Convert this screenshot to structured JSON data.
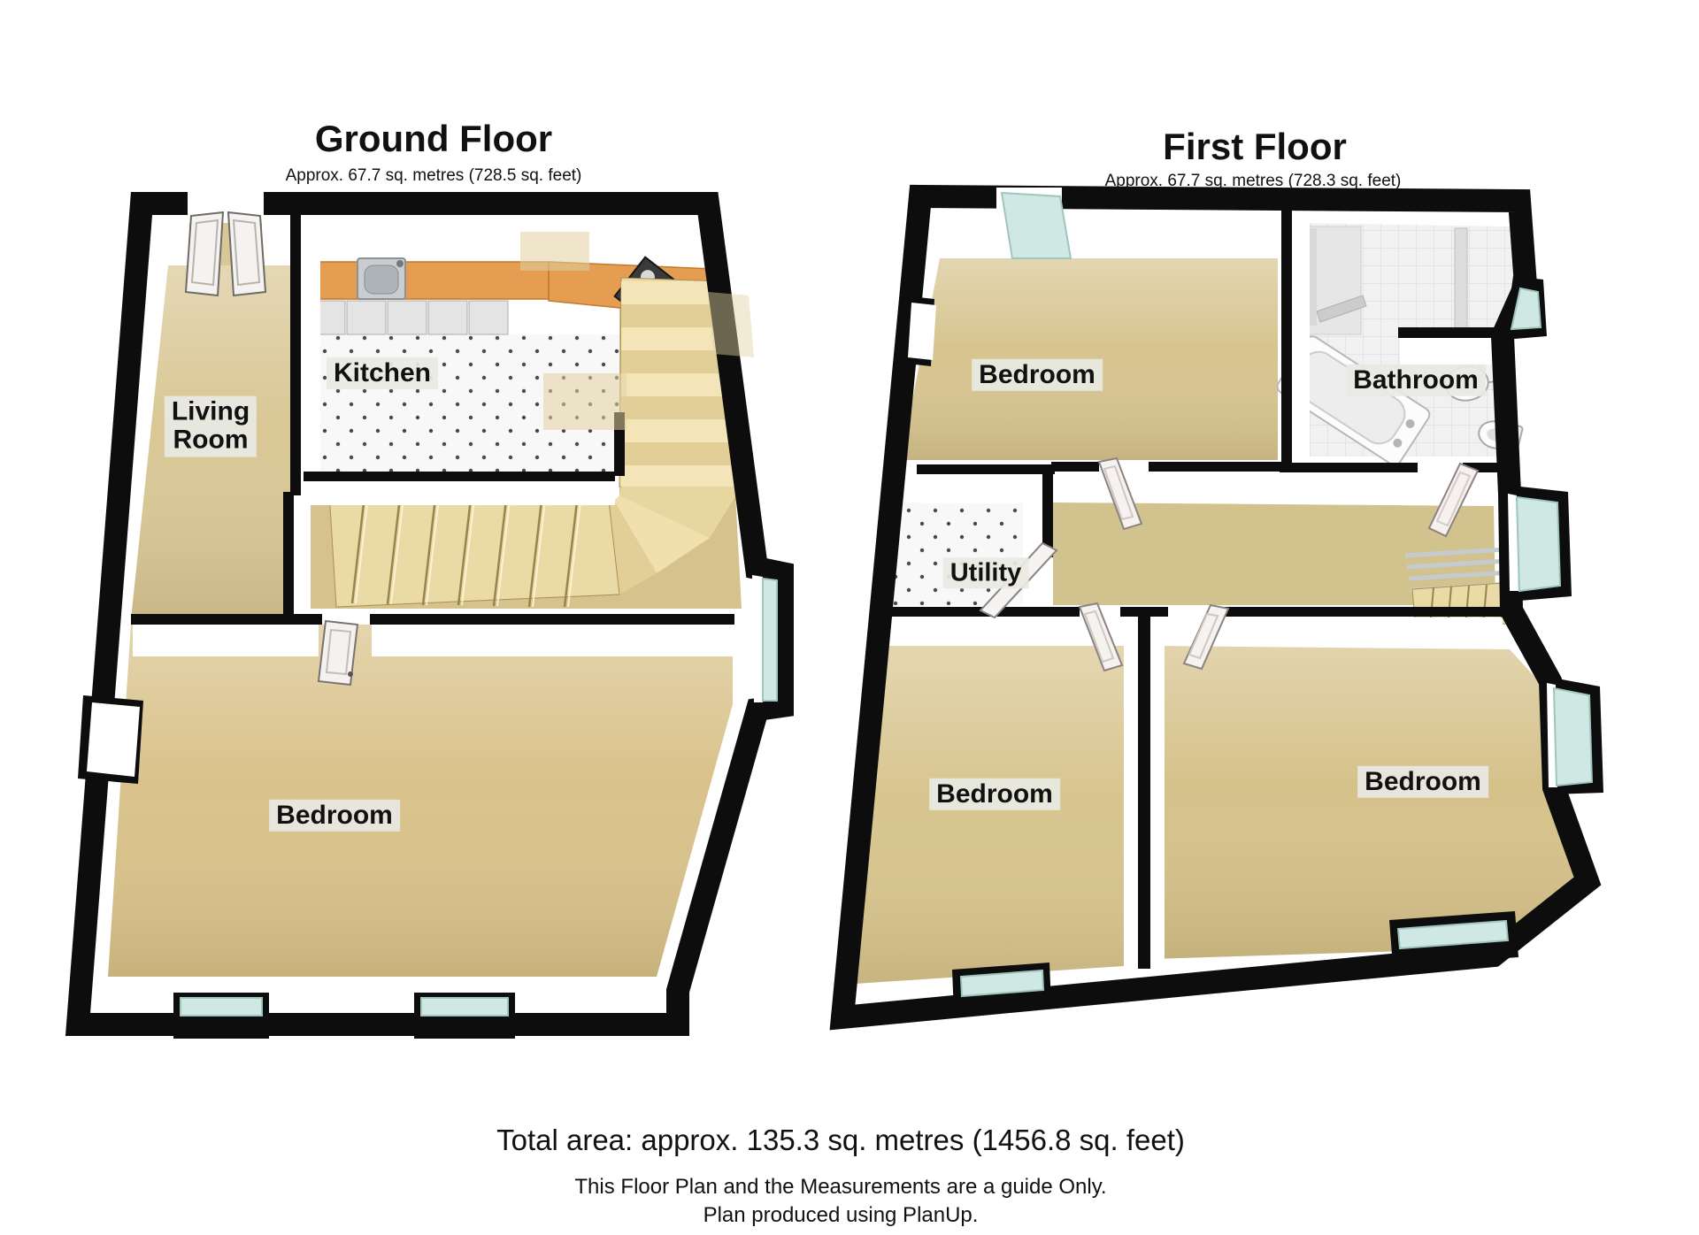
{
  "ground_floor": {
    "title": "Ground Floor",
    "subtitle": "Approx. 67.7 sq. metres (728.5 sq. feet)",
    "labels": {
      "living_room": "Living\nRoom",
      "kitchen": "Kitchen",
      "bedroom": "Bedroom"
    }
  },
  "first_floor": {
    "title": "First Floor",
    "subtitle": "Approx. 67.7 sq. metres (728.3 sq. feet)",
    "labels": {
      "bedroom_top": "Bedroom",
      "bathroom": "Bathroom",
      "utility": "Utility",
      "bedroom_left": "Bedroom",
      "bedroom_right": "Bedroom"
    }
  },
  "footer": {
    "total_area": "Total area: approx. 135.3 sq. metres (1456.8 sq. feet)",
    "disclaimer": "This Floor Plan and the Measurements are a guide Only.",
    "produced_by": "Plan produced using PlanUp."
  },
  "colors": {
    "wall": "#0d0d0d",
    "carpet": "#d8c592",
    "window_glass": "#cfe8e3",
    "kitchen_counter": "#e59d52",
    "stairs": "#eadaa6",
    "label_background": "#e9e9e3"
  }
}
